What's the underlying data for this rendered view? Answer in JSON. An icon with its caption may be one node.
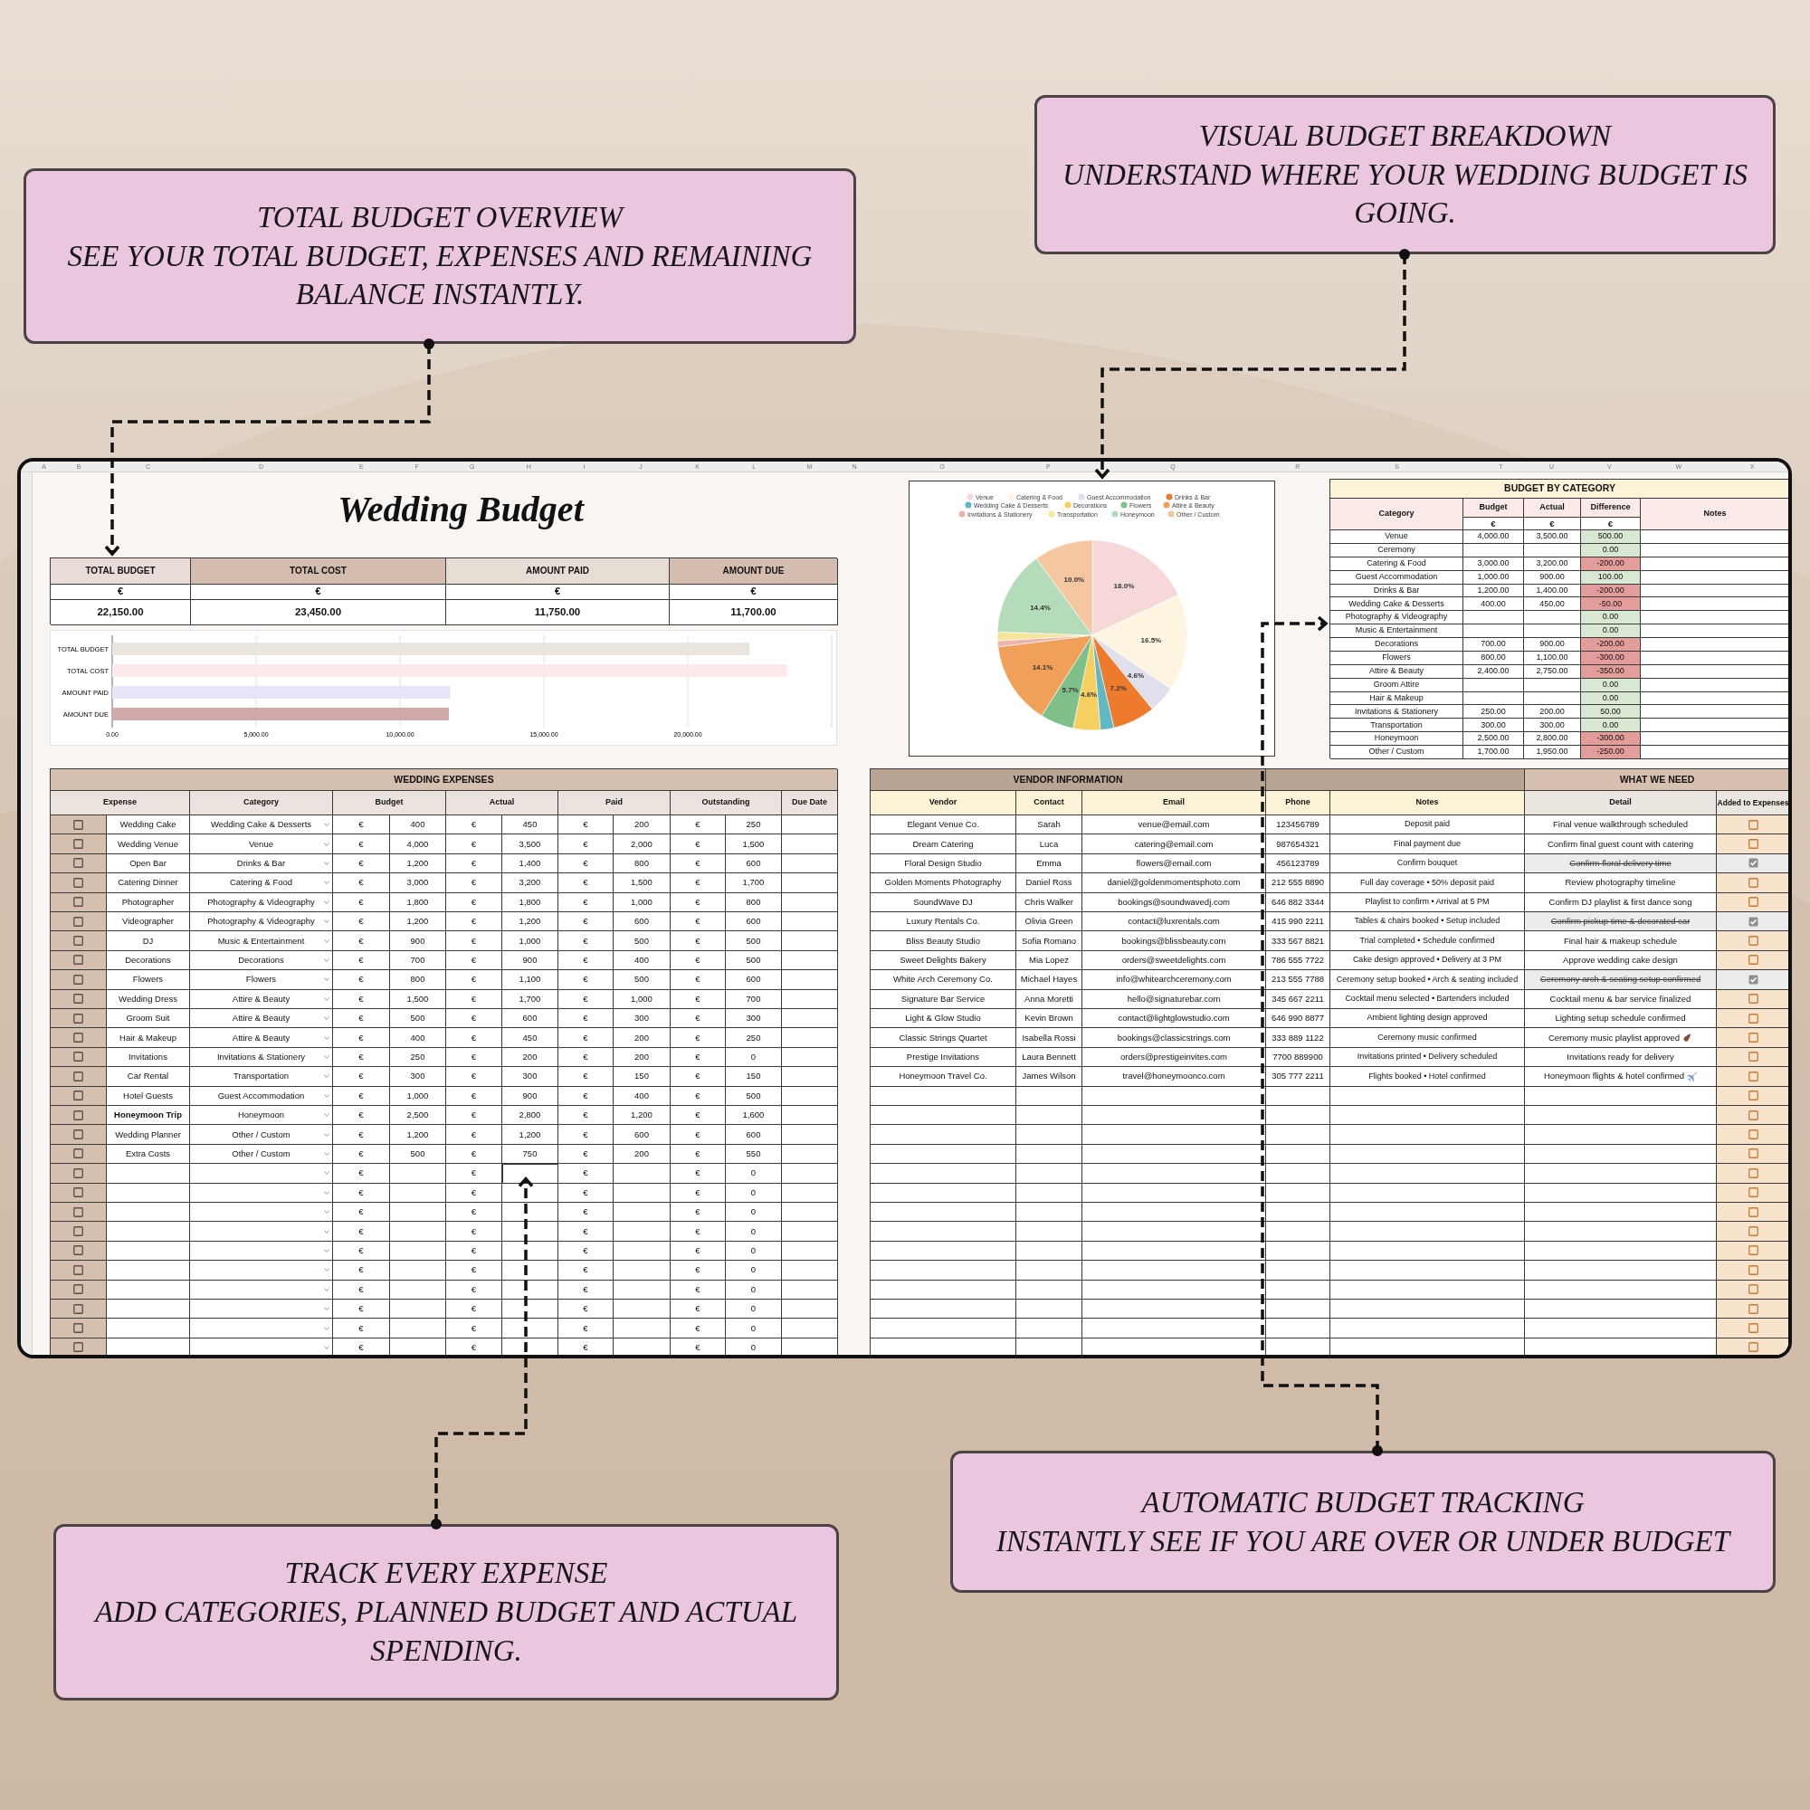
{
  "diagram": {
    "nodes": [
      {
        "text": [
          "TOTAL BUDGET OVERVIEW",
          "SEE YOUR TOTAL BUDGET, EXPENSES AND REMAINING BALANCE INSTANTLY."
        ]
      },
      {
        "text": [
          "VISUAL BUDGET BREAKDOWN",
          "UNDERSTAND WHERE YOUR WEDDING BUDGET IS GOING."
        ]
      },
      {
        "text": [
          "A",
          "B",
          "C",
          "D",
          "E",
          "F",
          "G",
          "H",
          "I",
          "J",
          "K",
          "L",
          "M",
          "N",
          "O",
          "P",
          "Q",
          "R",
          "S",
          "T",
          "U",
          "V",
          "W",
          "X"
        ]
      },
      {
        "text": [
          "TOTAL BUDGET",
          "TOTAL COST",
          "AMOUNT PAID",
          "AMOUNT DUE",
          "€",
          "€",
          "€",
          "€",
          "22,150.00",
          "23,450.00",
          "11,750.00",
          "11,700.00"
        ],
        "in": 2
      },
      {
        "text": [],
        "shape": "box",
        "in": 2
      },
      {
        "text": [
          "BUDGET BY CATEGORY",
          "Category",
          "Budget",
          "Actual",
          "Difference",
          "Notes",
          "€",
          "€",
          "€",
          "Venue",
          "4,000.00",
          "3,500.00",
          "500.00",
          "Ceremony",
          "0.00",
          "Catering & Food",
          "3,000.00",
          "3,200.00",
          "-200.00",
          "Guest Accommodation",
          "1,000.00",
          "900.00",
          "100.00",
          "Drinks & Bar",
          "1,200.00",
          "1,400.00",
          "-200.00",
          "Wedding Cake & Desserts",
          "400.00",
          "450.00",
          "-50.00",
          "Photography & Videography",
          "0.00",
          "Music & Entertainment",
          "0.00",
          "Decorations",
          "700.00",
          "900.00",
          "-200.00",
          "Flowers",
          "800.00",
          "1,100.00",
          "-300.00",
          "Attire & Beauty",
          "2,400.00",
          "2,750.00",
          "-350.00",
          "Groom Attire",
          "0.00",
          "Hair & Makeup",
          "0.00",
          "Invitations & Stationery",
          "250.00",
          "200.00",
          "50.00",
          "Transportation",
          "300.00",
          "300.00",
          "0.00",
          "Honeymoon",
          "2,500.00",
          "2,800.00",
          "-300.00",
          "Other / Custom",
          "1,700.00",
          "1,950.00",
          "-250.00"
        ],
        "in": 2
      },
      {
        "text": [
          "WEDDING EXPENSES",
          "Expense",
          "Category",
          "Budget",
          "Actual",
          "Paid",
          "Outstanding",
          "Due Date",
          "Wedding Cake",
          "Wedding Cake & Desserts",
          "€",
          "400",
          "€",
          "450",
          "€",
          "200",
          "€",
          "250",
          "Wedding Venue",
          "Venue",
          "€",
          "4,000",
          "€",
          "3,500",
          "€",
          "2,000",
          "€",
          "1,500",
          "Open Bar",
          "Drinks & Bar",
          "€",
          "1,200",
          "€",
          "1,400",
          "€",
          "800",
          "€",
          "600",
          "Catering Dinner",
          "Catering & Food",
          "€",
          "3,000",
          "€",
          "3,200",
          "€",
          "1,500",
          "€",
          "1,700",
          "Photographer",
          "Photography & Videography",
          "€",
          "1,800",
          "€",
          "1,800",
          "€",
          "1,000",
          "€",
          "800",
          "Videographer",
          "Photography & Videography",
          "€",
          "1,200",
          "€",
          "1,200",
          "€",
          "600",
          "€",
          "600",
          "DJ",
          "Music & Entertainment",
          "€",
          "900",
          "€",
          "1,000",
          "€",
          "500",
          "€",
          "500",
          "Decorations",
          "Decorations",
          "€",
          "700",
          "€",
          "900",
          "€",
          "400",
          "€",
          "500",
          "Flowers",
          "Flowers",
          "€",
          "800",
          "€",
          "1,100",
          "€",
          "500",
          "€",
          "600",
          "Wedding Dress",
          "Attire & Beauty",
          "€",
          "1,500",
          "€",
          "1,700",
          "€",
          "1,000",
          "€",
          "700",
          "Groom Suit",
          "Attire & Beauty",
          "€",
          "500",
          "€",
          "600",
          "€",
          "300",
          "€",
          "300",
          "Hair & Makeup",
          "Attire & Beauty",
          "€",
          "400",
          "€",
          "450",
          "€",
          "200",
          "€",
          "250",
          "Invitations",
          "Invitations & Stationery",
          "€",
          "250",
          "€",
          "200",
          "€",
          "200",
          "€",
          "0",
          "Car Rental",
          "Transportation",
          "€",
          "300",
          "€",
          "300",
          "€",
          "150",
          "€",
          "150",
          "Hotel Guests",
          "Guest Accommodation",
          "€",
          "1,000",
          "€",
          "900",
          "€",
          "400",
          "€",
          "500",
          "Honeymoon Trip",
          "Honeymoon",
          "€",
          "2,500",
          "€",
          "2,800",
          "€",
          "1,200",
          "€",
          "1,600",
          "Wedding Planner",
          "Other / Custom",
          "€",
          "1,200",
          "€",
          "1,200",
          "€",
          "600",
          "€",
          "600",
          "Extra Costs",
          "Other / Custom",
          "€",
          "500",
          "€",
          "750",
          "€",
          "200",
          "€",
          "550",
          "€",
          "€",
          "€",
          "€",
          "0",
          "€",
          "€",
          "€",
          "€",
          "0",
          "€",
          "€",
          "€",
          "€",
          "0",
          "€",
          "€",
          "€",
          "€",
          "0",
          "€",
          "€",
          "€",
          "€",
          "0",
          "€",
          "€",
          "€",
          "€",
          "0",
          "€",
          "€",
          "€",
          "€",
          "0",
          "€",
          "€",
          "€",
          "€",
          "0",
          "€",
          "€",
          "€",
          "€",
          "0",
          "€",
          "€",
          "€",
          "€",
          "0"
        ],
        "in": 2
      },
      {
        "text": [],
        "shape": "box",
        "in": 6
      },
      {
        "text": [
          "VENDOR INFORMATION",
          "Vendor",
          "Contact",
          "Email",
          "Phone",
          "Notes",
          "Elegant Venue Co.",
          "Sarah",
          "venue@email.com",
          "123456789",
          "Deposit paid",
          "Dream Catering",
          "Luca",
          "catering@email.com",
          "987654321",
          "Final payment due",
          "Floral Design Studio",
          "Emma",
          "flowers@email.com",
          "456123789",
          "Confirm bouquet",
          "Golden Moments Photography",
          "Daniel Ross",
          "daniel@goldenmomentsphoto.com",
          "212 555 8890",
          "Full day coverage • 50% deposit paid",
          "SoundWave DJ",
          "Chris Walker",
          "bookings@soundwavedj.com",
          "646 882 3344",
          "Playlist to confirm • Arrival at 5 PM",
          "Luxury Rentals Co.",
          "Olivia Green",
          "contact@luxrentals.com",
          "415 990 2211",
          "Tables & chairs booked • Setup included",
          "Bliss Beauty Studio",
          "Sofia Romano",
          "bookings@blissbeauty.com",
          "333 567 8821",
          "Trial completed • Schedule confirmed",
          "Sweet Delights Bakery",
          "Mia Lopez",
          "orders@sweetdelights.com",
          "786 555 7722",
          "Cake design approved • Delivery at 3 PM",
          "White Arch Ceremony Co.",
          "Michael Hayes",
          "info@whitearchceremony.com",
          "213 555 7788",
          "Ceremony setup booked • Arch & seating included",
          "Signature Bar Service",
          "Anna Moretti",
          "hello@signaturebar.com",
          "345 667 2211",
          "Cocktail menu selected • Bartenders included",
          "Light & Glow Studio",
          "Kevin Brown",
          "contact@lightglowstudio.com",
          "646 990 8877",
          "Ambient lighting design approved",
          "Classic Strings Quartet",
          "Isabella Rossi",
          "bookings@classicstrings.com",
          "333 889 1122",
          "Ceremony music confirmed",
          "Prestige Invitations",
          "Laura Bennett",
          "orders@prestigeinvites.com",
          "7700 889900",
          "Invitations printed • Delivery scheduled",
          "Honeymoon Travel Co.",
          "James Wilson",
          "travel@honeymoonco.com",
          "305 777 2211",
          "Flights booked • Hotel confirmed"
        ],
        "in": 2
      },
      {
        "text": [
          "WHAT WE NEED",
          "Detail",
          "Added to Expenses",
          "Final venue walkthrough scheduled",
          "Confirm final guest count with catering",
          "Confirm floral delivery time",
          "Review photography timeline",
          "Confirm DJ playlist & first dance song",
          "Confirm pickup time & decorated car",
          "Final hair & makeup schedule",
          "Approve wedding cake design",
          "Ceremony arch & seating setup confirmed",
          "Cocktail menu & bar service finalized",
          "Lighting setup schedule confirmed",
          "Ceremony music playlist approved",
          "Invitations ready for delivery",
          "Honeymoon flights & hotel confirmed"
        ],
        "in": 2
      },
      {
        "text": [
          "TRACK EVERY EXPENSE",
          "ADD CATEGORIES, PLANNED BUDGET AND ACTUAL SPENDING."
        ]
      },
      {
        "text": [
          "AUTOMATIC BUDGET TRACKING",
          "INSTANTLY SEE IF YOU ARE OVER OR UNDER BUDGET"
        ]
      }
    ],
    "edges": [
      {
        "from": 0,
        "to": 3,
        "arrow": "to",
        "style": "dashed"
      },
      {
        "from": 1,
        "to": 4,
        "arrow": "to",
        "style": "dashed"
      },
      {
        "from": 10,
        "to": 7,
        "arrow": "to",
        "style": "dashed"
      },
      {
        "from": 11,
        "to": 5,
        "arrow": "to",
        "style": "dashed"
      }
    ],
    "labels": [
      "Wedding Budget"
    ],
    "chart_data": [
      {
        "type": "bar",
        "orientation": "horizontal",
        "xlim": [
          0,
          25000
        ],
        "grid": true,
        "categories": [
          "TOTAL BUDGET",
          "TOTAL COST",
          "AMOUNT PAID",
          "AMOUNT DUE"
        ],
        "values": [
          22150,
          23450,
          11750,
          11700
        ],
        "xticks": [
          {
            "value": 0,
            "label": "0.00"
          },
          {
            "value": 5000,
            "label": "5,000.00"
          },
          {
            "value": 10000,
            "label": "10,000.00"
          },
          {
            "value": 15000,
            "label": "15,000.00"
          },
          {
            "value": 20000,
            "label": "20,000.00"
          }
        ]
      },
      {
        "type": "pie",
        "categories": [
          "Venue",
          "Catering & Food",
          "Guest Accommodation",
          "Drinks & Bar",
          "Wedding Cake & Desserts",
          "Decorations",
          "Flowers",
          "Attire & Beauty",
          "Invitations & Stationery",
          "Transportation",
          "Honeymoon",
          "Other / Custom"
        ],
        "values": [
          18.0,
          16.5,
          4.6,
          7.2,
          2.3,
          4.6,
          5.7,
          14.1,
          1.0,
          1.5,
          14.4,
          10.0
        ],
        "legend": "top",
        "value_labels": [
          "18.0%",
          "16.5%",
          "4.6%",
          "7.2%",
          null,
          "4.6%",
          "5.7%",
          "14.1%",
          null,
          null,
          "14.4%",
          "10.0%"
        ]
      }
    ]
  }
}
